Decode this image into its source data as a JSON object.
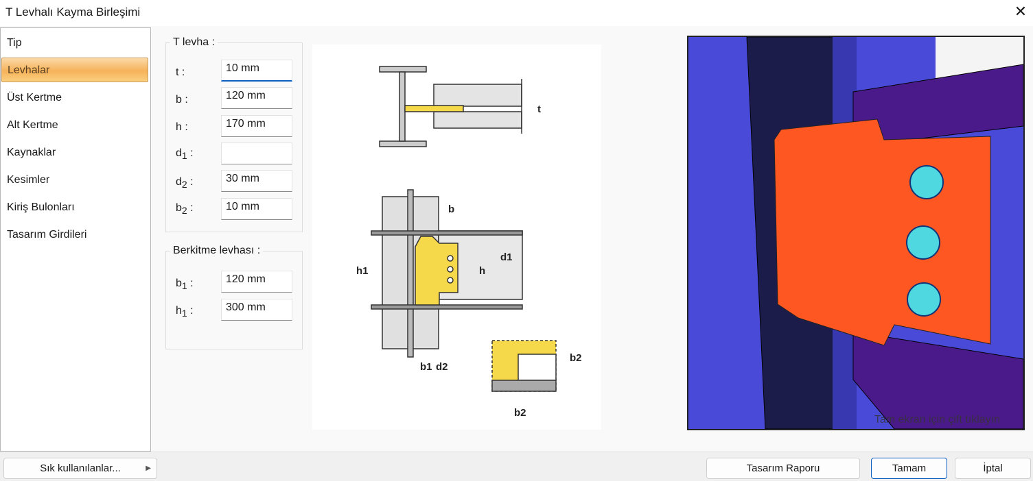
{
  "window": {
    "title": "T Levhalı Kayma Birleşimi"
  },
  "nav": {
    "items": [
      "Tip",
      "Levhalar",
      "Üst Kertme",
      "Alt Kertme",
      "Kaynaklar",
      "Kesimler",
      "Kiriş Bulonları",
      "Tasarım Girdileri"
    ],
    "selected": "Levhalar"
  },
  "t_levha": {
    "title": "T levha :",
    "fields": [
      {
        "label": "t",
        "sub": "",
        "value": "10 mm"
      },
      {
        "label": "b",
        "sub": "",
        "value": "120 mm"
      },
      {
        "label": "h",
        "sub": "",
        "value": "170 mm"
      },
      {
        "label": "d",
        "sub": "1",
        "value": ""
      },
      {
        "label": "d",
        "sub": "2",
        "value": "30 mm"
      },
      {
        "label": "b",
        "sub": "2",
        "value": "10 mm"
      }
    ]
  },
  "berkitme": {
    "title": "Berkitme levhası :",
    "fields": [
      {
        "label": "b",
        "sub": "1",
        "value": "120 mm"
      },
      {
        "label": "h",
        "sub": "1",
        "value": "300 mm"
      }
    ]
  },
  "diagram_labels": {
    "t": "t",
    "b": "b",
    "h1": "h1",
    "h": "h",
    "d1": "d1",
    "b1": "b1",
    "d2": "d2",
    "b2a": "b2",
    "b2b": "b2"
  },
  "view3d": {
    "hint": "Tam ekran için çift tıklayın"
  },
  "footer": {
    "favorites": "Sık kullanılanlar...",
    "report": "Tasarım Raporu",
    "ok": "Tamam",
    "cancel": "İptal"
  },
  "colors": {
    "plate": "#ff5722",
    "column": "#4a4ad8",
    "beam": "#4b1a8a",
    "bolt": "#4fd8e0",
    "highlight": "#ffe04a"
  }
}
